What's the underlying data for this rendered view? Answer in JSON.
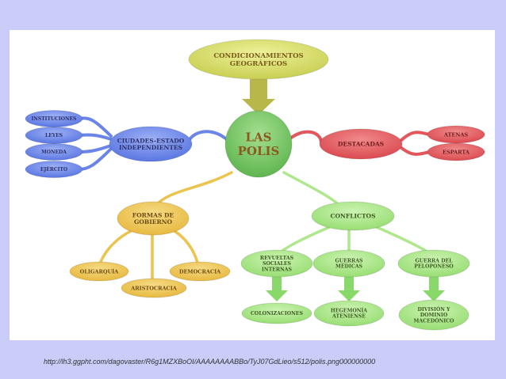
{
  "diagram": {
    "top": [
      "CONDICIONAMIENTOS",
      "GEOGRÁFICOS"
    ],
    "center": [
      "LAS",
      "POLIS"
    ],
    "ciudades": [
      "CIUDADES-ESTADO",
      "INDEPENDIENTES"
    ],
    "ciudades_items": [
      "INSTITUCIONES",
      "LEYES",
      "MONEDA",
      "EJÉRCITO"
    ],
    "destacadas": "DESTACADAS",
    "destacadas_items": [
      "ATENAS",
      "ESPARTA"
    ],
    "formas": [
      "FORMAS DE",
      "GOBIERNO"
    ],
    "formas_items": [
      "OLIGARQUÍA",
      "ARISTOCRACIA",
      "DEMOCRACIA"
    ],
    "conflictos": "CONFLICTOS",
    "conflictos_items": [
      {
        "label": [
          "REVUELTAS",
          "SOCIALES",
          "INTERNAS"
        ],
        "result": [
          "COLONIZACIONES"
        ]
      },
      {
        "label": [
          "GUERRAS",
          "MÉDICAS"
        ],
        "result": [
          "HEGEMONÍA",
          "ATENIENSE"
        ]
      },
      {
        "label": [
          "GUERRA DEL",
          "PELOPONESO"
        ],
        "result": [
          "DIVISIÓN Y",
          "DOMINIO",
          "MACEDÓNICO"
        ]
      }
    ],
    "colors": {
      "top": "#d7dd6e",
      "center": "#7cc86a",
      "blue": "#6b84e8",
      "red": "#e2575c",
      "yellow": "#ecc34c",
      "green": "#aee78c",
      "arrow_top": "#b8b84a",
      "arrow_green": "#88d86a"
    }
  },
  "source_url": "http://lh3.ggpht.com/dagovaster/R6g1MZXBoOI/AAAAAAAABBo/TyJ07GdLieo/s512/polis.png000000000"
}
